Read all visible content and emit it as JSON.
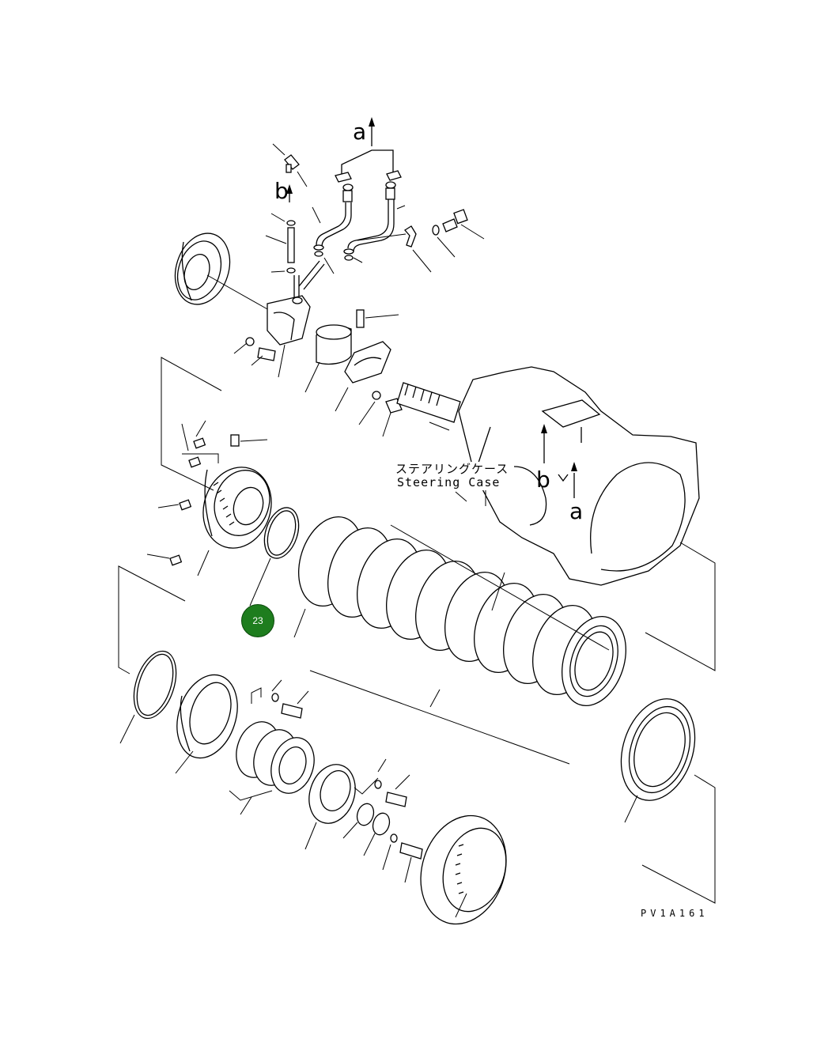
{
  "diagram": {
    "arrow_letters": [
      "a",
      "b",
      "b",
      "a"
    ],
    "case_label_jp": "ステアリングケース",
    "case_label_en": "Steering Case",
    "drawing_code": "PV1A161"
  },
  "callouts": [
    {
      "number": "23",
      "color": "#1e7d1e"
    }
  ]
}
